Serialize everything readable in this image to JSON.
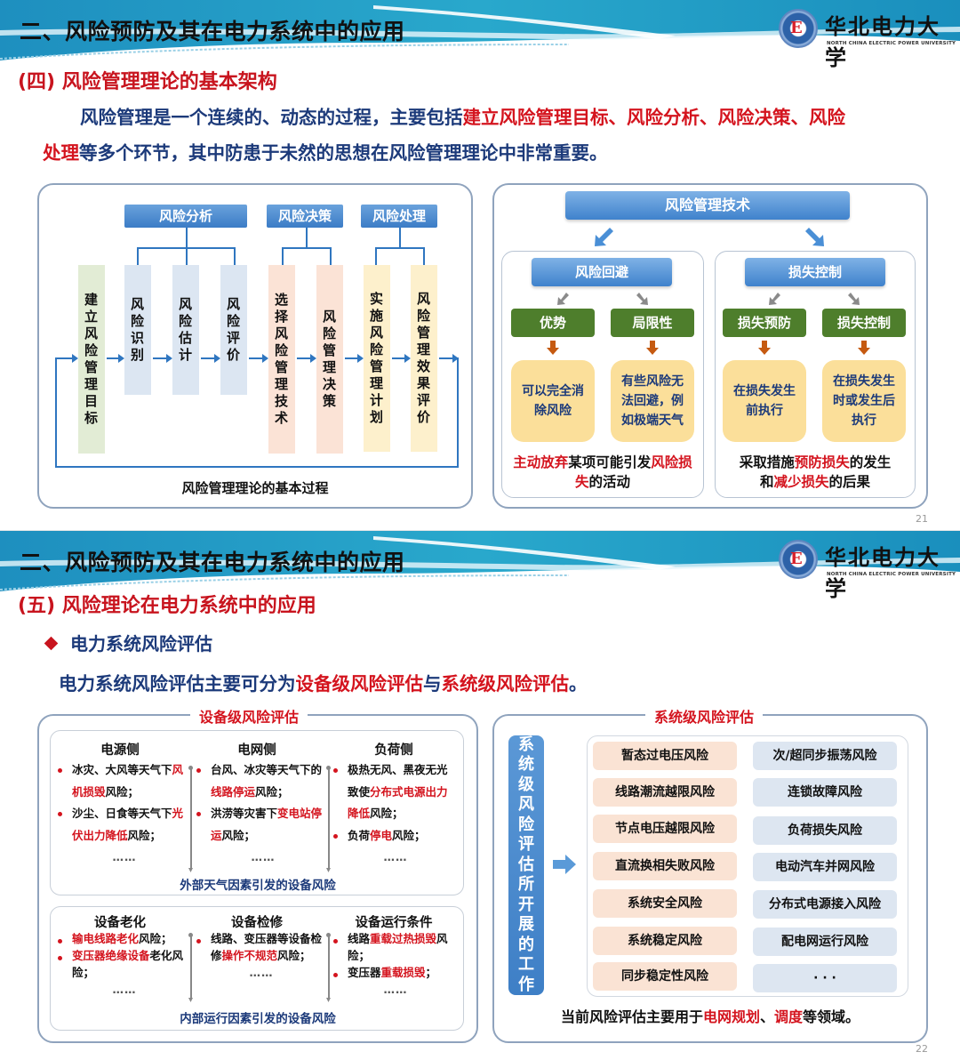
{
  "slide1": {
    "header": {
      "title": "二、风险预防及其在电力系统中的应用",
      "logo": {
        "icon": "university-emblem-icon",
        "name_cn": "华北电力大学",
        "name_en": "NORTH CHINA ELECTRIC POWER UNIVERSITY"
      }
    },
    "section_title": "(四) 风险管理理论的基本架构",
    "paragraph": {
      "line1_a": "风险管理是一个连续的、动态的过程，主要包括",
      "line1_red": "建立风险管理目标、风险分析、风险决策、风险",
      "line2_red": "处理",
      "line2_b": "等多个环节，其中防患于未然的思想在风险管理理论中非常重要。"
    },
    "process_diagram": {
      "groups": [
        {
          "label": "风险分析"
        },
        {
          "label": "风险决策"
        },
        {
          "label": "风险处理"
        }
      ],
      "steps": [
        {
          "label": "建立风险管理目标",
          "color": "#e2ecd5"
        },
        {
          "label": "风险识别",
          "color": "#dce6f2"
        },
        {
          "label": "风险估计",
          "color": "#dce6f2"
        },
        {
          "label": "风险评价",
          "color": "#dce6f2"
        },
        {
          "label": "选择风险管理技术",
          "color": "#fbe3d6"
        },
        {
          "label": "风险管理决策",
          "color": "#fbe3d6"
        },
        {
          "label": "实施风险管理计划",
          "color": "#fdf0cc"
        },
        {
          "label": "风险管理效果评价",
          "color": "#fdf0cc"
        }
      ],
      "caption": "风险管理理论的基本过程"
    },
    "technique_diagram": {
      "title": "风险管理技术",
      "left": {
        "title": "风险回避",
        "items": [
          {
            "label": "优势",
            "desc": "可以完全消除风险"
          },
          {
            "label": "局限性",
            "desc": "有些风险无法回避，例如极端天气"
          }
        ],
        "summary_red1": "主动放弃",
        "summary_mid": "某项可能引发",
        "summary_red2": "风险损失",
        "summary_end": "的活动"
      },
      "right": {
        "title": "损失控制",
        "items": [
          {
            "label": "损失预防",
            "desc": "在损失发生前执行"
          },
          {
            "label": "损失控制",
            "desc": "在损失发生时或发生后执行"
          }
        ],
        "summary_a": "采取措施",
        "summary_red1": "预防损失",
        "summary_b": "的发生",
        "summary_c": "和",
        "summary_red2": "减少损失",
        "summary_d": "的后果"
      }
    },
    "page_number": "21"
  },
  "slide2": {
    "header": {
      "title": "二、风险预防及其在电力系统中的应用",
      "logo": {
        "icon": "university-emblem-icon",
        "name_cn": "华北电力大学",
        "name_en": "NORTH CHINA ELECTRIC POWER UNIVERSITY"
      }
    },
    "section_title": "(五) 风险理论在电力系统中的应用",
    "bullet_heading": "电力系统风险评估",
    "intro": {
      "a": "电力系统风险评估主要可分为",
      "red1": "设备级风险评估",
      "b": "与",
      "red2": "系统级风险评估",
      "c": "。"
    },
    "equipment_panel": {
      "title": "设备级风险评估",
      "external": {
        "columns": [
          {
            "header": "电源侧",
            "items": [
              {
                "a": "冰灾、大风等天气下",
                "red": "风机损毁",
                "b": "风险；"
              },
              {
                "a": "沙尘、日食等天气下",
                "red": "光伏出力降低",
                "b": "风险；"
              }
            ]
          },
          {
            "header": "电网侧",
            "items": [
              {
                "a": "台风、冰灾等天气下的",
                "red": "线路停运",
                "b": "风险；"
              },
              {
                "a": "洪涝等灾害下",
                "red": "变电站停运",
                "b": "风险；"
              }
            ]
          },
          {
            "header": "负荷侧",
            "items": [
              {
                "a": "极热无风、黑夜无光致使",
                "red": "分布式电源出力降低",
                "b": "风险；"
              },
              {
                "a": "负荷",
                "red": "停电",
                "b": "风险；"
              }
            ]
          }
        ],
        "ellipsis": "……",
        "footer": "外部天气因素引发的设备风险"
      },
      "internal": {
        "columns": [
          {
            "header": "设备老化",
            "items": [
              {
                "a": "",
                "red": "输电线路老化",
                "b": "风险；"
              },
              {
                "a": "",
                "red": "变压器绝缘设备",
                "b": "老化风险；"
              }
            ]
          },
          {
            "header": "设备检修",
            "items": [
              {
                "a": "线路、变压器等设备检修",
                "red": "操作不规范",
                "b": "风险；"
              }
            ]
          },
          {
            "header": "设备运行条件",
            "items": [
              {
                "a": "线路",
                "red": "重载过热损毁",
                "b": "风险；"
              },
              {
                "a": "变压器",
                "red": "重载损毁",
                "b": "；"
              }
            ]
          }
        ],
        "ellipsis": "……",
        "footer": "内部运行因素引发的设备风险"
      }
    },
    "system_panel": {
      "title": "系统级风险评估",
      "side_label": "系统级风险评估所开展的工作",
      "left_items": [
        "暂态过电压风险",
        "线路潮流越限风险",
        "节点电压越限风险",
        "直流换相失败风险",
        "系统安全风险",
        "系统稳定风险",
        "同步稳定性风险"
      ],
      "right_items": [
        "次/超同步振荡风险",
        "连锁故障风险",
        "负荷损失风险",
        "电动汽车并网风险",
        "分布式电源接入风险",
        "配电网运行风险",
        "· · ·"
      ],
      "footer_a": "当前风险评估主要用于",
      "footer_red1": "电网规划",
      "footer_b": "、",
      "footer_red2": "调度",
      "footer_c": "等领域。"
    },
    "page_number": "22"
  },
  "colors": {
    "title_red": "#c8141e",
    "text_navy": "#1c3a7a",
    "accent_blue": "#3b7cc6",
    "green_box": "#4e7e2c",
    "yellow_box": "#fbdf9a",
    "orange_arrow": "#c55a11"
  }
}
